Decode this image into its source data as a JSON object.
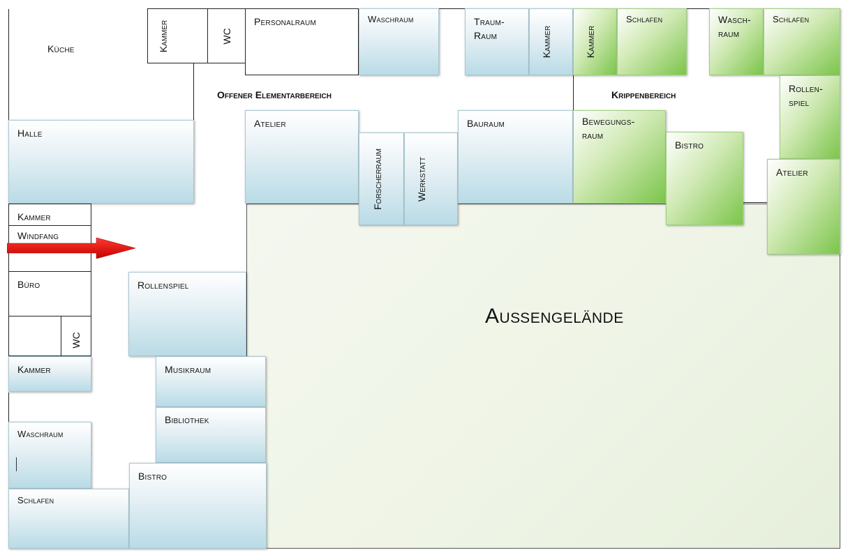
{
  "areas": {
    "elementar": "Offener Elementarbereich",
    "krippe": "Krippenbereich",
    "outdoor": "Außengelände"
  },
  "rooms": {
    "kueche": "Küche",
    "kammer_top": "Kammer",
    "wc_top": "WC",
    "personalraum": "Personalraum",
    "waschraum_top": "Waschraum",
    "traumraum": "Traum-\nRaum",
    "kammer_top2": "Kammer",
    "kammer_green": "Kammer",
    "schlafen_top": "Schlafen",
    "waschraum_green": "Wasch-\nraum",
    "schlafen_top2": "Schlafen",
    "rollenspiel_green": "Rollen-\nspiel",
    "halle": "Halle",
    "atelier": "Atelier",
    "forscherraum": "Forscherraum",
    "werkstatt": "Werkstatt",
    "bauraum": "Bauraum",
    "bewegungsraum": "Bewegungs-\nraum",
    "bistro_green": "Bistro",
    "atelier_green": "Atelier",
    "kammer_left": "Kammer",
    "windfang": "Windfang",
    "buero": "Büro",
    "wc_left": "WC",
    "kammer_left2": "Kammer",
    "rollenspiel": "Rollenspiel",
    "musikraum": "Musikraum",
    "bibliothek": "Bibliothek",
    "waschraum_left": "Waschraum",
    "schlafen_left": "Schlafen",
    "bistro": "Bistro"
  },
  "colors": {
    "elementar_rooms": "#b9dbe6",
    "krippe_rooms": "#7cc54b",
    "entrance_arrow": "#e30613"
  },
  "icons": {
    "entrance": "right-arrow-icon"
  }
}
